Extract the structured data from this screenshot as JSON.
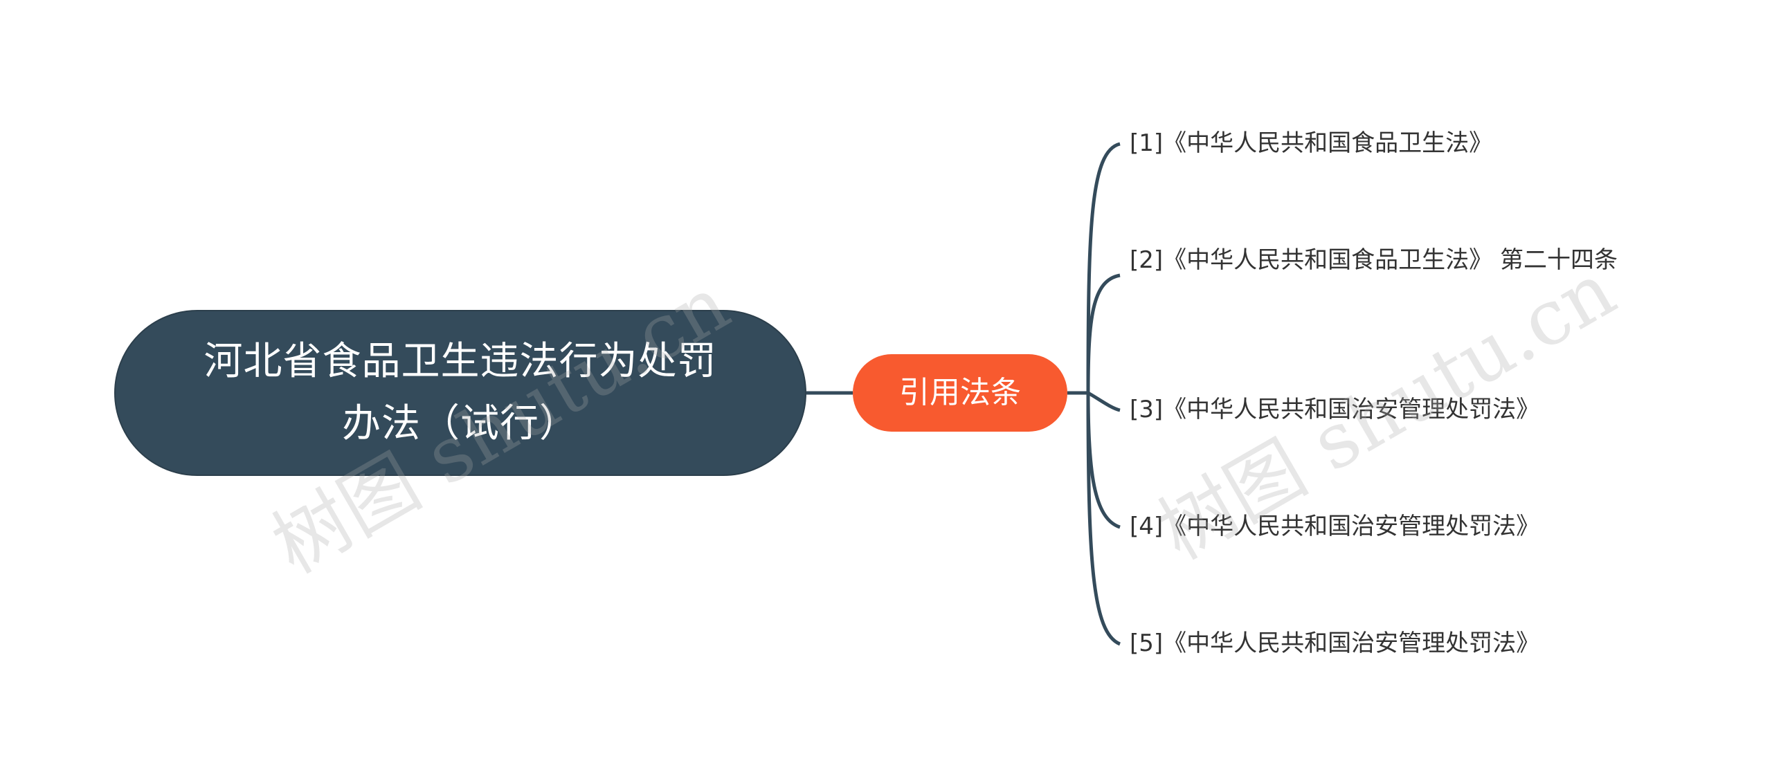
{
  "root": {
    "title": "河北省食品卫生违法行为处罚办法（试行）"
  },
  "branch": {
    "label": "引用法条"
  },
  "leaves": [
    "[1]《中华人民共和国食品卫生法》",
    "[2]《中华人民共和国食品卫生法》 第二十四条",
    "[3]《中华人民共和国治安管理处罚法》",
    "[4]《中华人民共和国治安管理处罚法》",
    "[5]《中华人民共和国治安管理处罚法》"
  ],
  "watermark": {
    "text": "树图 shutu.cn"
  },
  "colors": {
    "root_fill": "#344b5b",
    "branch_fill": "#f85a2f",
    "connector": "#344b5b",
    "leaf_text": "#333333"
  }
}
